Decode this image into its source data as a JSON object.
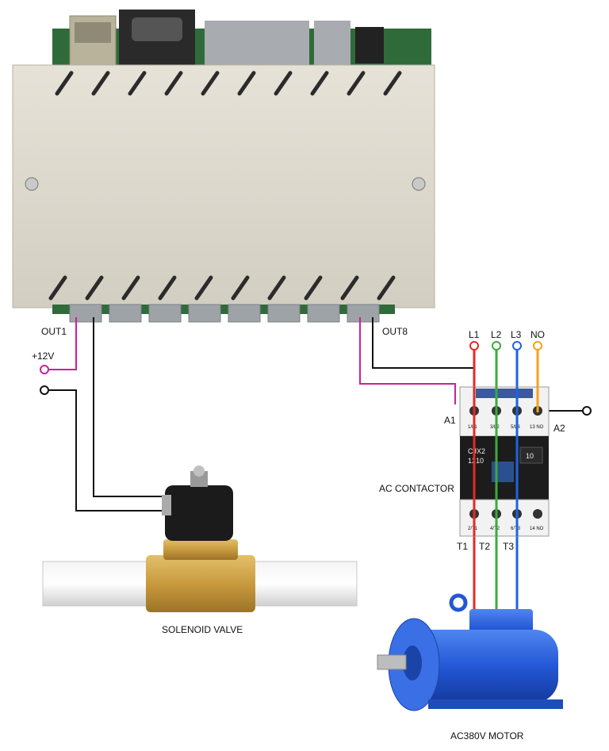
{
  "diagram": {
    "controller": {
      "output_labels": {
        "out1": "OUT1",
        "out8": "OUT8"
      },
      "supply_label": "+12V"
    },
    "contactor": {
      "title": "AC CONTACTOR",
      "coil_labels": {
        "a1": "A1",
        "a2": "A2"
      },
      "line_labels": [
        "L1",
        "L2",
        "L3",
        "NO"
      ],
      "load_labels": [
        "T1",
        "T2",
        "T3"
      ],
      "model_text": [
        "CJX2",
        "1210"
      ],
      "aux_text": "10",
      "terminal_marks_top": [
        "1/L1",
        "3/L2",
        "5/L3",
        "13 NO"
      ],
      "terminal_marks_bottom": [
        "2/T1",
        "4/T2",
        "6/T3",
        "14 NO"
      ]
    },
    "valve_label": "SOLENOID VALVE",
    "motor_label": "AC380V MOTOR",
    "colors": {
      "L1": "#e52a22",
      "L2": "#3daa3a",
      "L3": "#1f63e0",
      "NO": "#f5a21c",
      "supply_positive": "#cc1f9d",
      "wire": "#111111",
      "enclosure": "#dcd8cc",
      "motor": "#2457d6",
      "valve": "#c9a14a"
    }
  }
}
